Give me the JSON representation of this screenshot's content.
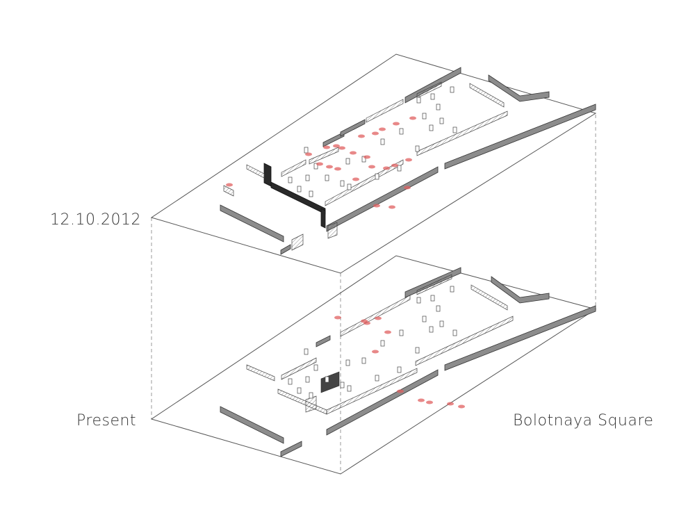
{
  "labels": {
    "top_layer": "12.10.2012",
    "bottom_layer": "Present",
    "location": "Bolotnaya Square"
  },
  "colors": {
    "outline": "#555555",
    "dashed": "#999999",
    "wall_fill": "#8c8c8c",
    "wall_dark": "#2a2a2a",
    "marker": "#e06060"
  }
}
